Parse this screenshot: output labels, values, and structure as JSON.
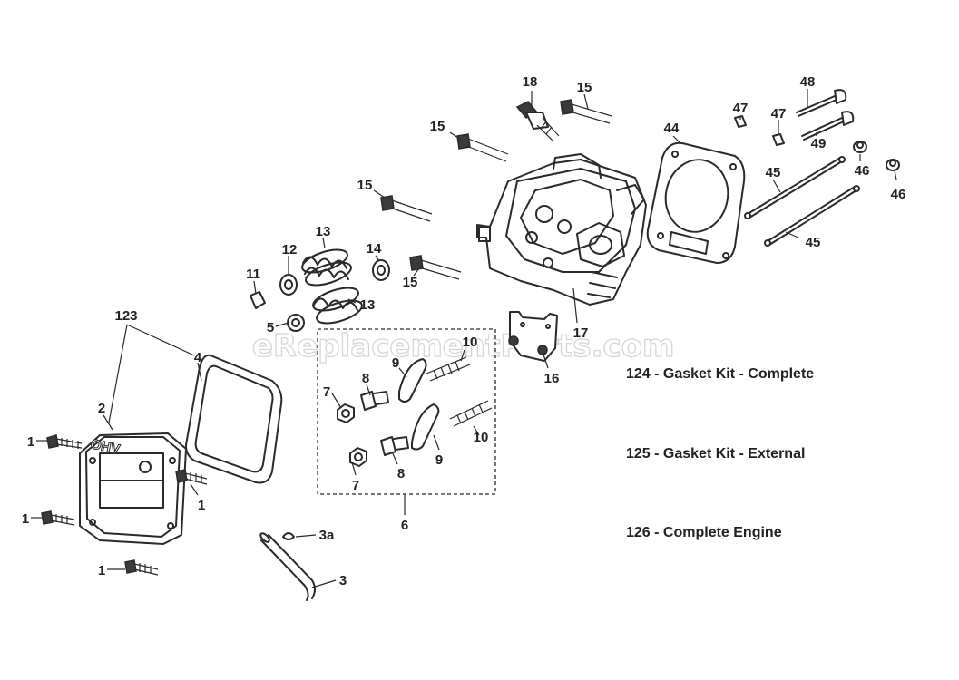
{
  "watermark": "eReplacementParts.com",
  "cover_marking": "OHV",
  "callouts": {
    "c1a": "1",
    "c1b": "1",
    "c1c": "1",
    "c1d": "1",
    "c2": "2",
    "c3": "3",
    "c3a": "3a",
    "c4": "4",
    "c5": "5",
    "c6": "6",
    "c7a": "7",
    "c7b": "7",
    "c8a": "8",
    "c8b": "8",
    "c9a": "9",
    "c9b": "9",
    "c10a": "10",
    "c10b": "10",
    "c11": "11",
    "c12": "12",
    "c13a": "13",
    "c13b": "13",
    "c14": "14",
    "c15a": "15",
    "c15b": "15",
    "c15c": "15",
    "c15d": "15",
    "c16": "16",
    "c17": "17",
    "c18": "18",
    "c44": "44",
    "c45a": "45",
    "c45b": "45",
    "c46a": "46",
    "c46b": "46",
    "c47a": "47",
    "c47b": "47",
    "c48": "48",
    "c49": "49",
    "c123": "123"
  },
  "kits": [
    {
      "label": "124 - Gasket Kit - Complete"
    },
    {
      "label": "125 - Gasket Kit - External"
    },
    {
      "label": "126 - Complete Engine"
    }
  ]
}
